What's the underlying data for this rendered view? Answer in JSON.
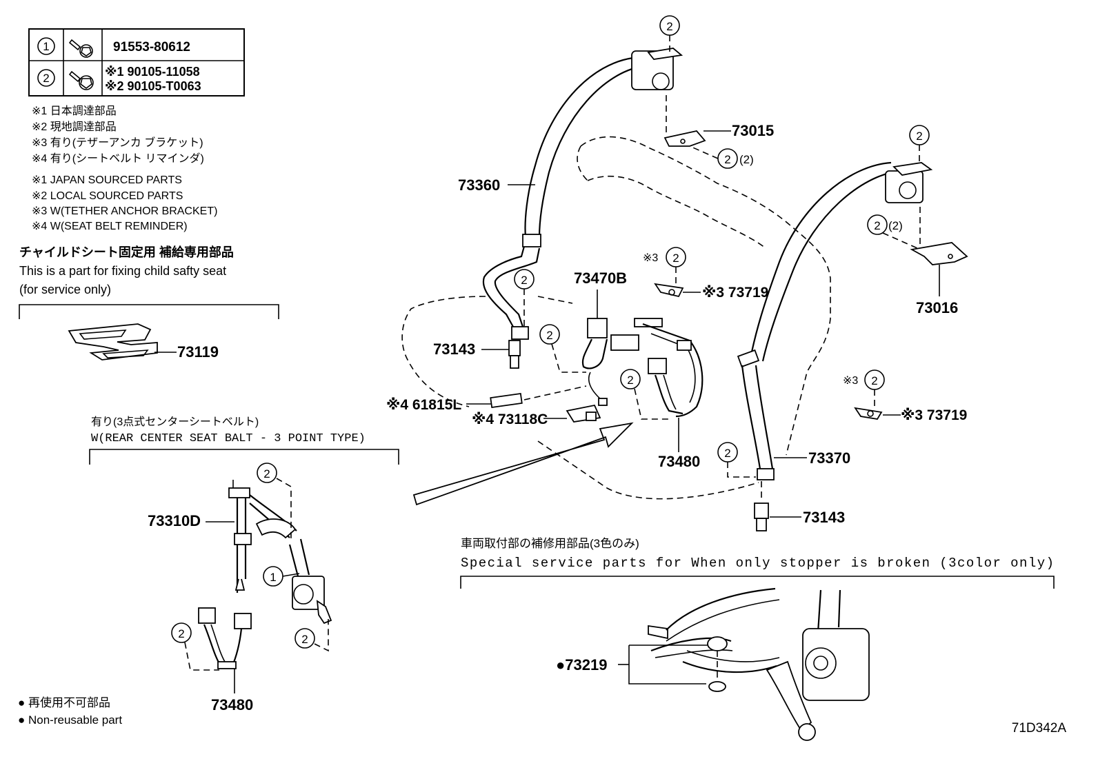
{
  "fastener_table": {
    "rows": [
      {
        "callout": "1",
        "line1": "91553-80612",
        "line2": ""
      },
      {
        "callout": "2",
        "line1": "※1 90105-11058",
        "line2": "※2 90105-T0063"
      }
    ]
  },
  "notes_jp": [
    "※1 日本調達部品",
    "※2 現地調達部品",
    "※3 有り(テザーアンカ ブラケット)",
    "※4 有り(シートベルト リマインダ)"
  ],
  "notes_en": [
    "※1 JAPAN SOURCED PARTS",
    "※2 LOCAL SOURCED PARTS",
    "※3 W(TETHER ANCHOR BRACKET)",
    "※4 W(SEAT BELT REMINDER)"
  ],
  "child_seat": {
    "title_jp": "チャイルドシート固定用 補給専用部品",
    "line1": "This is a part for fixing child safty seat",
    "line2": "(for service only)",
    "part": "73119"
  },
  "center_belt": {
    "title_jp": "有り(3点式センターシートベルト)",
    "title_en": "W(REAR CENTER SEAT BALT - 3 POINT TYPE)",
    "parts": {
      "retractor": "73310D",
      "buckle": "73480"
    }
  },
  "main_parts": {
    "left_belt": "73360",
    "anchor_left": "73015",
    "anchor_right": "73016",
    "bolt_left": "73143",
    "bolt_right": "73143",
    "buckle_center": "73470B",
    "buckle_main": "73480",
    "right_belt": "73370",
    "tether_1": "※3 73719",
    "tether_2": "※3 73719",
    "reminder_sensor": "※4 61815L",
    "reminder_switch": "※4 73118C"
  },
  "callout_labels": {
    "one": "1",
    "two": "2",
    "two_paren": "(2)",
    "note3": "※3"
  },
  "stopper": {
    "title_jp": "車両取付部の補修用部品(3色のみ)",
    "title_en": "Special service parts for When only stopper is broken (3color only)",
    "part": "●73219"
  },
  "legend": {
    "jp": "● 再使用不可部品",
    "en": "● Non-reusable part"
  },
  "figure_code": "71D342A"
}
